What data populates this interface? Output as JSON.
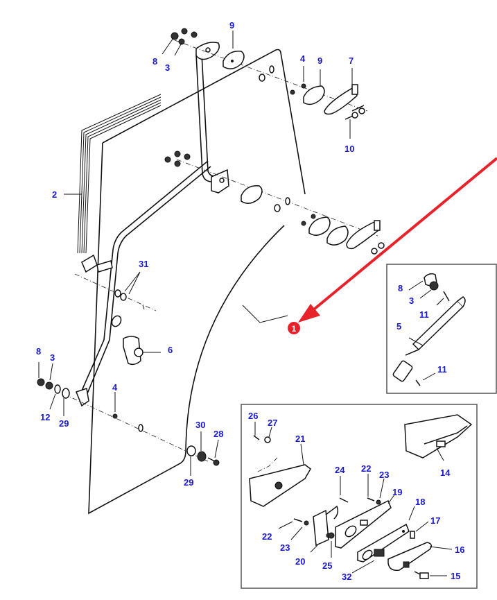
{
  "diagram": {
    "title": "Cab door exploded parts diagram",
    "highlight": {
      "part": "1",
      "label": "1",
      "color": "#e8222a",
      "arrow_color": "#e8222a"
    },
    "label_color": "#1a1acc",
    "labels": {
      "p9a": "9",
      "p8a": "8",
      "p3a": "3",
      "p4a": "4",
      "p9b": "9",
      "p7": "7",
      "p10": "10",
      "p2": "2",
      "p31": "31",
      "p6": "6",
      "p8b": "8",
      "p3b": "3",
      "p12": "12",
      "p29a": "29",
      "p4b": "4",
      "p30": "30",
      "p28": "28",
      "p29b": "29",
      "inset1": {
        "p8": "8",
        "p3": "3",
        "p11a": "11",
        "p5": "5",
        "p11b": "11"
      },
      "inset2": {
        "p26": "26",
        "p27": "27",
        "p21": "21",
        "p14": "14",
        "p24": "24",
        "p22a": "22",
        "p23a": "23",
        "p19": "19",
        "p18": "18",
        "p17": "17",
        "p16": "16",
        "p22b": "22",
        "p23b": "23",
        "p20": "20",
        "p25": "25",
        "p32": "32",
        "p15": "15"
      }
    }
  }
}
